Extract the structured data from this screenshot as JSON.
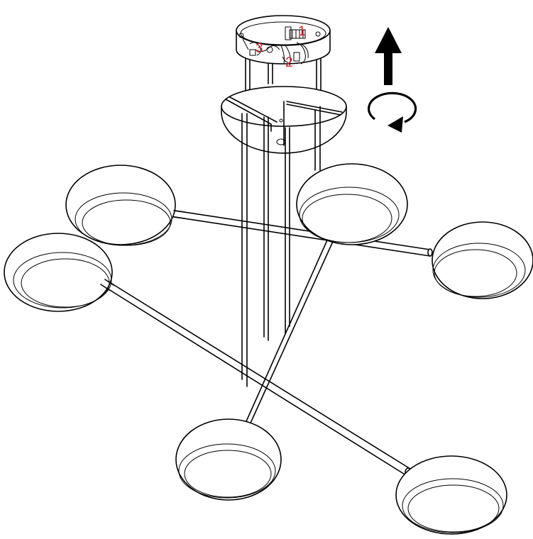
{
  "diagram": {
    "callouts": [
      "1",
      "2",
      "3"
    ],
    "callout_color": "#e0202a",
    "line_color": "#000000",
    "background": "#ffffff",
    "icons": {
      "direction": "arrow-up-icon",
      "rotation": "rotate-clockwise-icon"
    }
  }
}
